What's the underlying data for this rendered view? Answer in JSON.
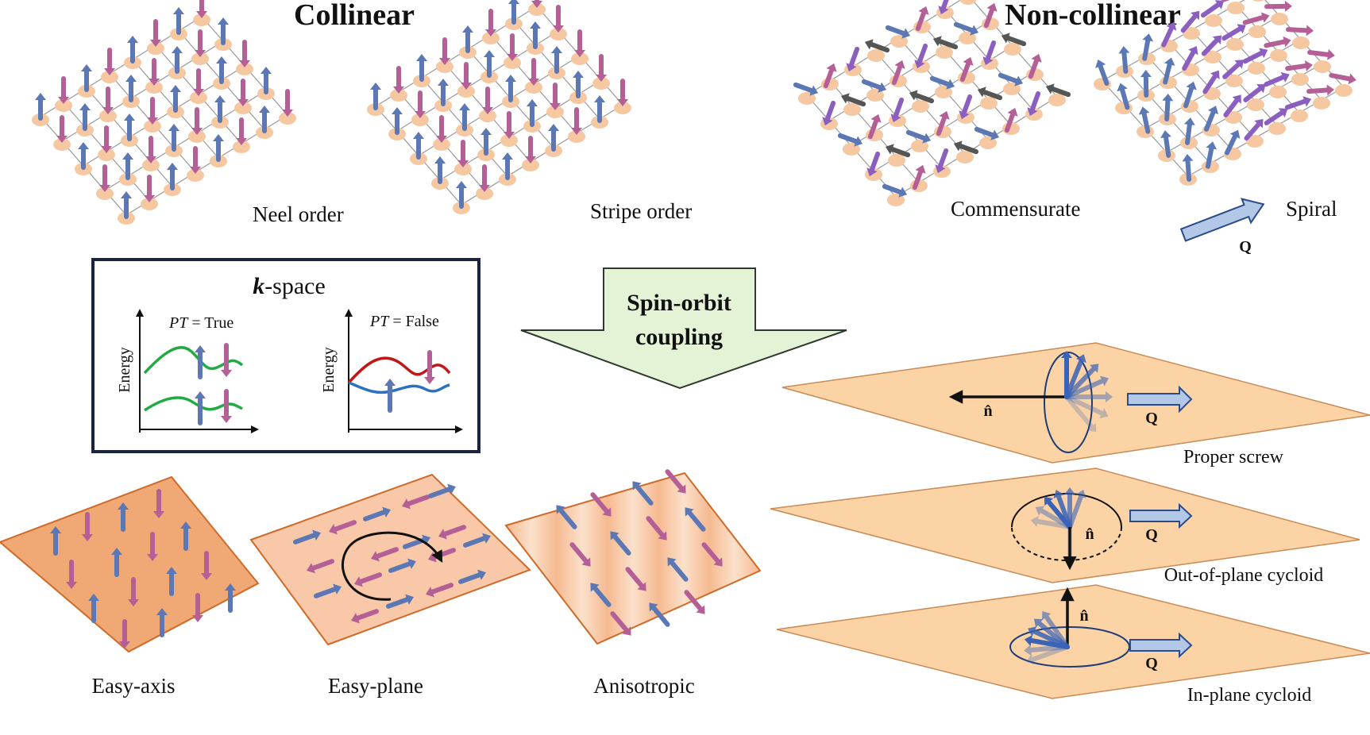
{
  "headers": {
    "collinear": "Collinear",
    "noncollinear": "Non-collinear"
  },
  "lattices": {
    "neel": "Neel order",
    "stripe": "Stripe order",
    "commensurate": "Commensurate",
    "spiral": "Spiral",
    "spiral_vector": "Q"
  },
  "kspace": {
    "title_k": "k",
    "title_rest": "-space",
    "left_pt": "PT",
    "left_value": " = True",
    "right_pt": "PT",
    "right_value": " = False",
    "ylabel": "Energy"
  },
  "soc_arrow": {
    "line1": "Spin-orbit",
    "line2": "coupling"
  },
  "anisotropy": {
    "easy_axis": "Easy-axis",
    "easy_plane": "Easy-plane",
    "anisotropic": "Anisotropic"
  },
  "spirals": {
    "proper_screw": "Proper screw",
    "out_of_plane": "Out-of-plane cycloid",
    "in_plane": "In-plane cycloid",
    "n_hat": "n̂",
    "q": "Q"
  },
  "colors": {
    "spin_up": "#5b78b4",
    "spin_down": "#b45f96",
    "spin_purple": "#8a5fc0",
    "spin_gray": "#555555",
    "site": "#f6c8a2",
    "plane": "#fbd3a5",
    "band_green": "#22aa44",
    "band_red": "#c01818",
    "band_blue": "#2a72c0",
    "soc_fill": "#e4f2d6",
    "q_arrow": "#b3c7e6",
    "box_border": "#1a2340"
  }
}
